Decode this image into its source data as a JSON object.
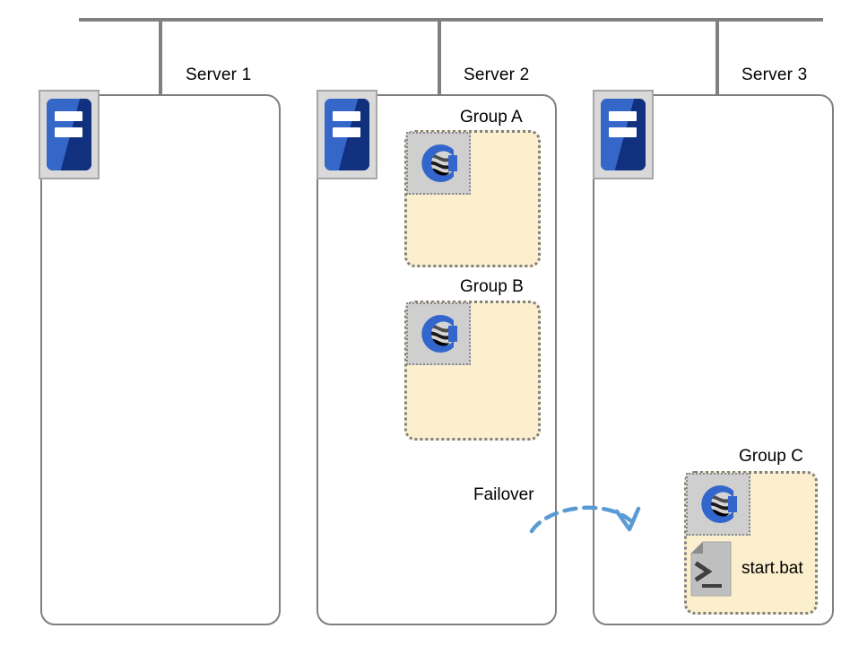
{
  "diagram": {
    "title": "Server cluster failover diagram",
    "network": {
      "bus_label": "network-bus",
      "drops": 3
    },
    "colors": {
      "panel_border": "#7f7f7f",
      "bus": "#808080",
      "group_fill": "#fcefcd",
      "group_border": "#808080",
      "server_blue": "#1f3c8c",
      "server_blue_light": "#3567c8",
      "logo_blue": "#3366cc",
      "failover_blue": "#5b9bd5",
      "icon_gray": "#cfcfcf",
      "server_icon_bg": "#d9d9d9"
    },
    "servers": [
      {
        "id": "server-1",
        "caption": "Server 1",
        "groups": []
      },
      {
        "id": "server-2",
        "caption": "Server 2",
        "groups": [
          "group-a",
          "group-b"
        ]
      },
      {
        "id": "server-3",
        "caption": "Server 3",
        "groups": [
          "group-c"
        ]
      }
    ],
    "groups": [
      {
        "id": "group-a",
        "label": "Group A",
        "server": "Server 2",
        "has_script": false
      },
      {
        "id": "group-b",
        "label": "Group B",
        "server": "Server 2",
        "has_script": false
      },
      {
        "id": "group-c",
        "label": "Group  C",
        "server": "Server 3",
        "has_script": true,
        "script_name": "start.bat"
      }
    ],
    "failover": {
      "label": "Failover",
      "from": "Server 2",
      "to": "Server 3",
      "style": "dashed-curved-arrow"
    },
    "icons": {
      "server": "server-icon",
      "cluster": "cluster-logo-icon",
      "script": "bat-file-icon"
    }
  }
}
